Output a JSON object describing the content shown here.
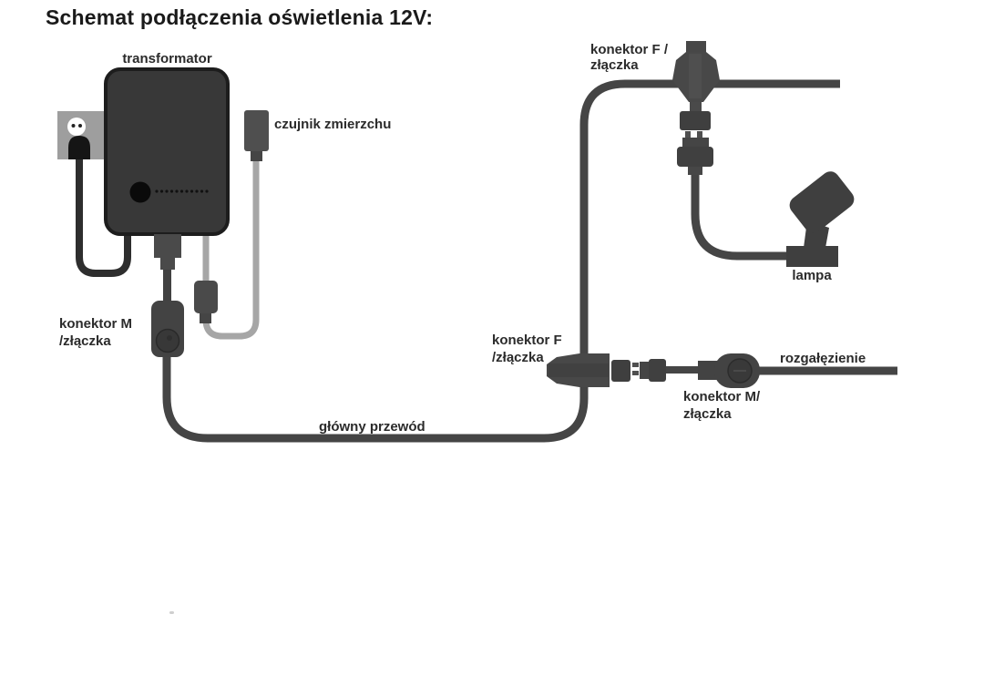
{
  "title": "Schemat podłączenia oświetlenia 12V:",
  "labels": {
    "transformator": "transformator",
    "czujnik_zmierzchu": "czujnik zmierzchu",
    "konektor_m_left_line1": "konektor M",
    "konektor_m_left_line2": "/złączka",
    "konektor_f_top_line1": "konektor F /",
    "konektor_f_top_line2": "złączka",
    "lampa": "lampa",
    "konektor_f_mid_line1": "konektor F",
    "konektor_f_mid_line2": "/złączka",
    "konektor_m_mid_line1": "konektor M/",
    "konektor_m_mid_line2": "złączka",
    "rozgalezienie": "rozgałęzienie",
    "glowny_przewod": "główny przewód"
  },
  "colors": {
    "text": "#2b2b2b",
    "cable_dark": "#454545",
    "cable_black": "#2e2e2e",
    "cable_gray": "#a6a6a6",
    "device_fill": "#3a3a3a",
    "connector_fill": "#474747",
    "socket_plate": "#9e9e9e",
    "background": "#ffffff"
  }
}
